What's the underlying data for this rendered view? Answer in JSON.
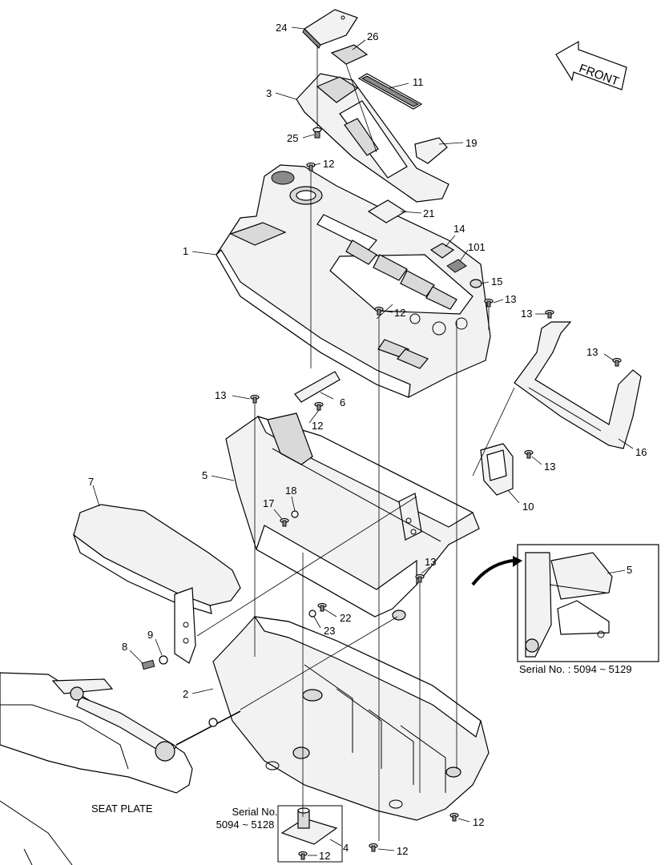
{
  "callouts": [
    {
      "id": "c24",
      "text": "24"
    },
    {
      "id": "c26",
      "text": "26"
    },
    {
      "id": "c11",
      "text": "11"
    },
    {
      "id": "c3",
      "text": "3"
    },
    {
      "id": "c25",
      "text": "25"
    },
    {
      "id": "c19",
      "text": "19"
    },
    {
      "id": "c12a",
      "text": "12"
    },
    {
      "id": "c21",
      "text": "21"
    },
    {
      "id": "c1",
      "text": "1"
    },
    {
      "id": "c14",
      "text": "14"
    },
    {
      "id": "c101",
      "text": "101"
    },
    {
      "id": "c15",
      "text": "15"
    },
    {
      "id": "c13a",
      "text": "13"
    },
    {
      "id": "c12b",
      "text": "12"
    },
    {
      "id": "c13b",
      "text": "13"
    },
    {
      "id": "c13c",
      "text": "13"
    },
    {
      "id": "c13d",
      "text": "13"
    },
    {
      "id": "c6",
      "text": "6"
    },
    {
      "id": "c12c",
      "text": "12"
    },
    {
      "id": "c5",
      "text": "5"
    },
    {
      "id": "c16",
      "text": "16"
    },
    {
      "id": "c13e",
      "text": "13"
    },
    {
      "id": "c7",
      "text": "7"
    },
    {
      "id": "c18",
      "text": "18"
    },
    {
      "id": "c17",
      "text": "17"
    },
    {
      "id": "c10",
      "text": "10"
    },
    {
      "id": "c13f",
      "text": "13"
    },
    {
      "id": "c5b",
      "text": "5"
    },
    {
      "id": "c22",
      "text": "22"
    },
    {
      "id": "c23",
      "text": "23"
    },
    {
      "id": "c8",
      "text": "8"
    },
    {
      "id": "c9",
      "text": "9"
    },
    {
      "id": "c2",
      "text": "2"
    },
    {
      "id": "c12d",
      "text": "12"
    },
    {
      "id": "c4",
      "text": "4"
    },
    {
      "id": "c12e",
      "text": "12"
    },
    {
      "id": "c12f",
      "text": "12"
    }
  ],
  "labels": {
    "front": "FRONT",
    "seat_plate": "SEAT PLATE",
    "inset_serial": "Serial No. : 5094 ~ 5129",
    "serial_line1": "Serial No.",
    "serial_line2": "5094 ~ 5128"
  }
}
